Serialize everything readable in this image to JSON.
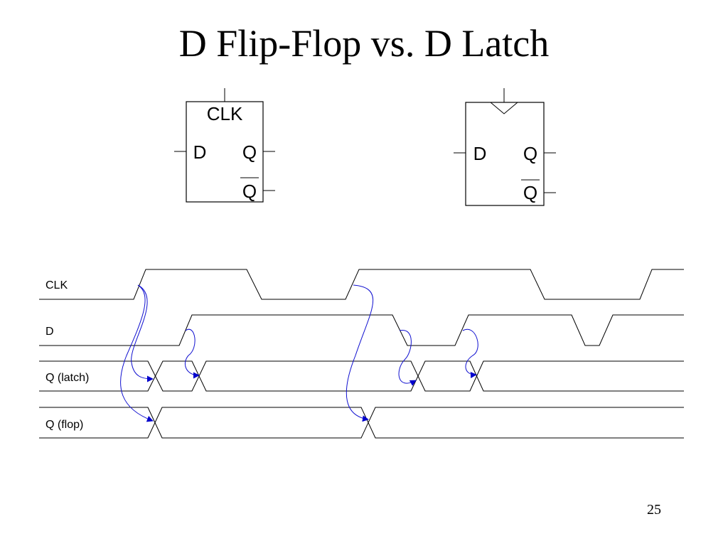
{
  "slide": {
    "title": "D Flip-Flop vs. D Latch",
    "page_number": "25"
  },
  "latch_symbol": {
    "clk_label": "CLK",
    "d_label": "D",
    "q_label": "Q",
    "qbar_label": "Q"
  },
  "flop_symbol": {
    "d_label": "D",
    "q_label": "Q",
    "qbar_label": "Q"
  },
  "timing": {
    "signals": [
      "CLK",
      "D",
      "Q (latch)",
      "Q (flop)"
    ]
  },
  "colors": {
    "causal_arrows": "#0000cc",
    "waveform": "#000000"
  }
}
